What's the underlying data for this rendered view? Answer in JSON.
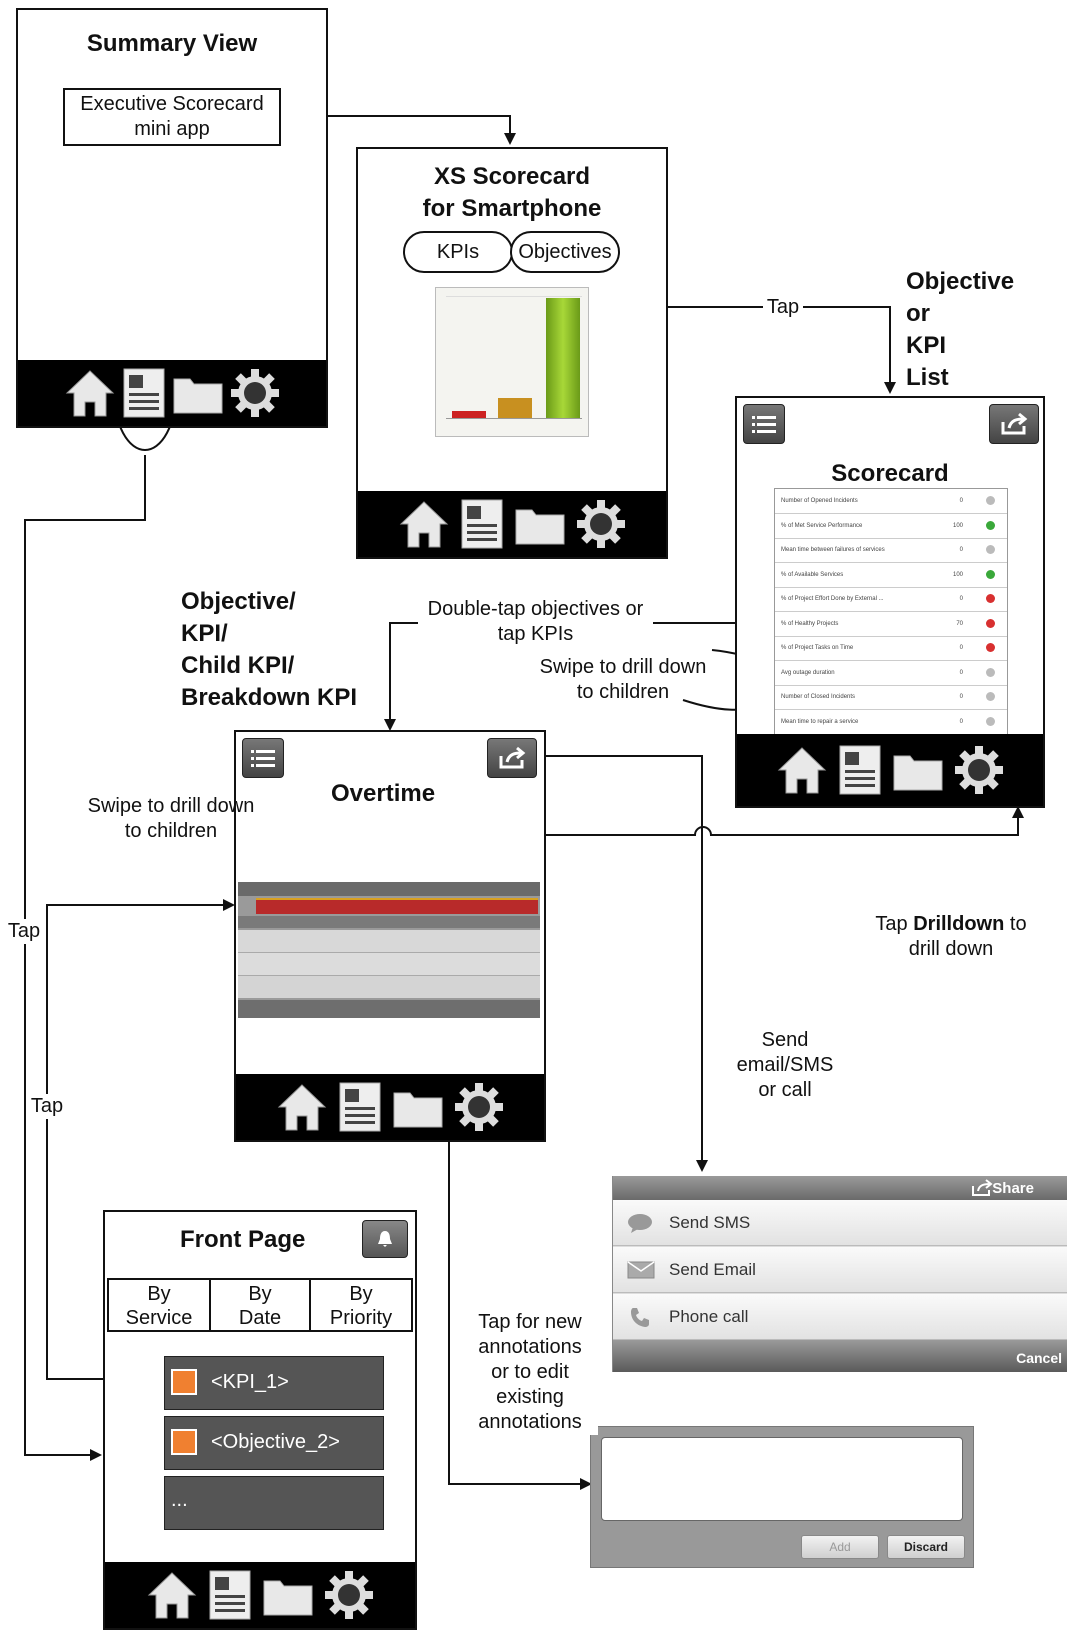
{
  "summary_view": {
    "title": "Summary View",
    "mini_app_label": "Executive Scorecard mini app"
  },
  "xs_scorecard": {
    "title_line1": "XS Scorecard",
    "title_line2": "for Smartphone",
    "tab_kpis": "KPIs",
    "tab_objectives": "Objectives",
    "bar_colors": [
      "#cc2222",
      "#c89020",
      "#88b828"
    ]
  },
  "objective_list": {
    "heading": [
      "Objective",
      "or",
      "KPI",
      "List"
    ],
    "title": "Scorecard",
    "rows": [
      {
        "name": "Number of Opened Incidents",
        "value": "0",
        "status": "neutral"
      },
      {
        "name": "% of Met Service Performance",
        "value": "100",
        "status": "good"
      },
      {
        "name": "Mean time between failures of services",
        "value": "0",
        "status": "neutral"
      },
      {
        "name": "% of Available Services",
        "value": "100",
        "status": "good"
      },
      {
        "name": "% of Project Effort Done by External ...",
        "value": "0",
        "status": "bad"
      },
      {
        "name": "% of Healthy Projects",
        "value": "70",
        "status": "bad"
      },
      {
        "name": "% of Project Tasks on Time",
        "value": "0",
        "status": "bad"
      },
      {
        "name": "Avg outage duration",
        "value": "0",
        "status": "neutral"
      },
      {
        "name": "Number of Closed Incidents",
        "value": "0",
        "status": "neutral"
      },
      {
        "name": "Mean time to repair a service",
        "value": "0",
        "status": "neutral"
      }
    ]
  },
  "overtime": {
    "heading": [
      "Objective/",
      "KPI/",
      "Child KPI/",
      "Breakdown KPI"
    ],
    "title": "Overtime"
  },
  "front_page": {
    "title": "Front Page",
    "tabs": [
      {
        "line1": "By",
        "line2": "Service"
      },
      {
        "line1": "By",
        "line2": "Date"
      },
      {
        "line1": "By",
        "line2": "Priority"
      }
    ],
    "items": [
      "<KPI_1>",
      "<Objective_2>",
      "..."
    ]
  },
  "share_sheet": {
    "title": "Share",
    "options": [
      "Send SMS",
      "Send Email",
      "Phone call"
    ],
    "cancel": "Cancel"
  },
  "annotation_box": {
    "add_label": "Add",
    "discard_label": "Discard"
  },
  "annotations": {
    "tap_1": "Tap",
    "double_tap_line1": "Double-tap objectives or",
    "double_tap_line2": "tap KPIs",
    "swipe_right_line1": "Swipe to drill down",
    "swipe_right_line2": "to children",
    "swipe_left_line1": "Swipe to drill down",
    "swipe_left_line2": "to children",
    "tap_left_upper": "Tap",
    "tap_left_lower": "Tap",
    "drilldown_pre": "Tap ",
    "drilldown_bold": "Drilldown",
    "drilldown_post": " to",
    "drilldown_line2": "drill down",
    "send_line1": "Send",
    "send_line2": "email/SMS",
    "send_line3": "or call",
    "annot_line1": "Tap for new",
    "annot_line2": "annotations",
    "annot_line3": "or to edit",
    "annot_line4": "existing",
    "annot_line5": "annotations"
  }
}
